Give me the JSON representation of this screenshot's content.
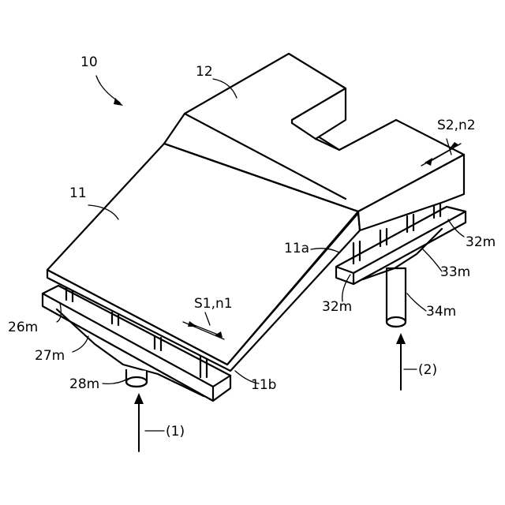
{
  "labels": {
    "ref_10": "10",
    "ref_12": "12",
    "ref_11": "11",
    "ref_11a": "11a",
    "ref_11b": "11b",
    "ref_26m": "26m",
    "ref_27m": "27m",
    "ref_28m": "28m",
    "ref_32m_top": "32m",
    "ref_32m_bottom": "32m",
    "ref_33m": "33m",
    "ref_34m": "34m",
    "s1_n1": "S1,n1",
    "s2_n2": "S2,n2",
    "load_1": "(1)",
    "load_2": "(2)"
  }
}
